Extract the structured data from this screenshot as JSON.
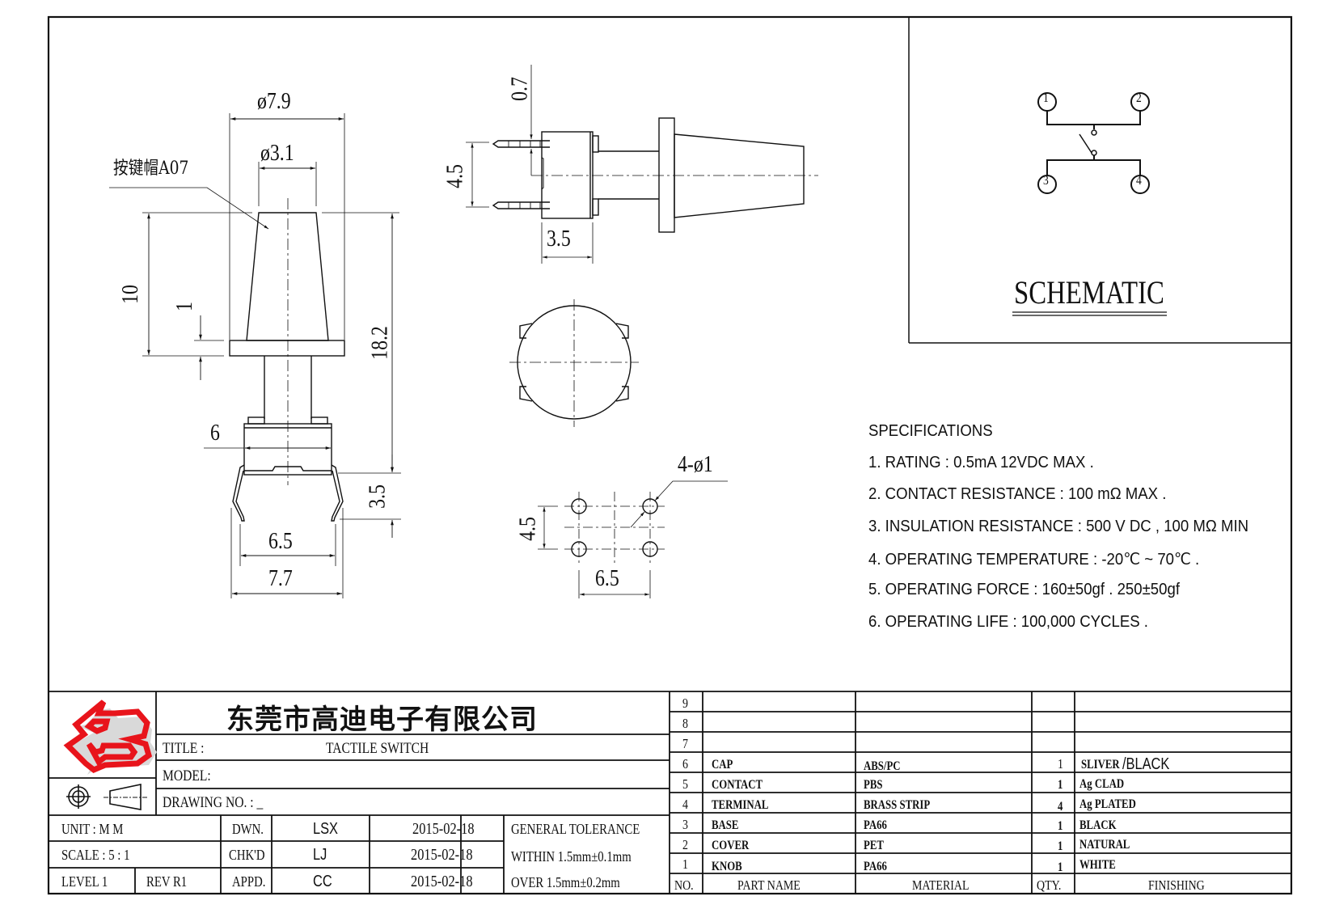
{
  "drawing": {
    "callout_label": "按键帽A07",
    "front_view": {
      "dims": {
        "outer_diameter": "ø7.9",
        "top_diameter": "ø3.1",
        "knob_height": "10",
        "flange_thickness": "1",
        "total_height": "18.2",
        "body_width": "6",
        "pin_length": "3.5",
        "pin_spacing": "6.5",
        "overall_width": "7.7"
      }
    },
    "side_view": {
      "dims": {
        "pin_thickness": "0.7",
        "pin_spacing": "4.5",
        "body_depth": "3.5"
      }
    },
    "footprint": {
      "hole_label": "4-ø1",
      "vertical_spacing": "4.5",
      "horizontal_spacing": "6.5"
    }
  },
  "schematic": {
    "title": "SCHEMATIC",
    "pins": [
      "1",
      "2",
      "3",
      "4"
    ]
  },
  "specifications": {
    "heading": "SPECIFICATIONS",
    "items": [
      "1. RATING : 0.5mA 12VDC MAX .",
      "2. CONTACT RESISTANCE : 100 mΩ MAX .",
      "3. INSULATION RESISTANCE : 500 V DC , 100 MΩ MIN",
      "4. OPERATING TEMPERATURE : -20℃ ~ 70℃ .",
      "5. OPERATING FORCE : 160±50gf . 250±50gf",
      "6. OPERATING LIFE : 100,000 CYCLES ."
    ]
  },
  "title_block": {
    "company": "东莞市高迪电子有限公司",
    "title_label": "TITLE :",
    "title_value": "TACTILE SWITCH",
    "model_label": "MODEL:",
    "drawing_no_label": "DRAWING NO.  : _",
    "unit": "UNIT    :    M M",
    "scale": "SCALE  :  5 : 1",
    "level": "LEVEL 1",
    "rev": "REV   R1",
    "signoffs": [
      {
        "role": "DWN.",
        "name": "LSX",
        "date": "2015-02-18"
      },
      {
        "role": "CHK'D",
        "name": "LJ",
        "date": "2015-02-18"
      },
      {
        "role": "APPD.",
        "name": "CC",
        "date": "2015-02-18"
      }
    ],
    "tolerance": {
      "heading": "GENERAL TOLERANCE",
      "within": "WITHIN 1.5mm±0.1mm",
      "over": "OVER   1.5mm±0.2mm"
    },
    "colors": {
      "logo": "#e8141b",
      "line": "#111111"
    }
  },
  "bom": {
    "headers": {
      "no": "NO.",
      "part": "PART  NAME",
      "material": "MATERIAL",
      "qty": "QTY.",
      "finishing": "FINISHING"
    },
    "rows": [
      {
        "no": "9",
        "part": "",
        "material": "",
        "qty": "",
        "finishing": "",
        "finishing_suffix": ""
      },
      {
        "no": "8",
        "part": "",
        "material": "",
        "qty": "",
        "finishing": "",
        "finishing_suffix": ""
      },
      {
        "no": "7",
        "part": "",
        "material": "",
        "qty": "",
        "finishing": "",
        "finishing_suffix": ""
      },
      {
        "no": "6",
        "part": "CAP",
        "material": "ABS/PC",
        "qty": "1",
        "finishing": "SLIVER",
        "finishing_suffix": " /BLACK"
      },
      {
        "no": "5",
        "part": "CONTACT",
        "material": "PBS",
        "qty": "1",
        "finishing": "Ag  CLAD",
        "finishing_suffix": ""
      },
      {
        "no": "4",
        "part": "TERMINAL",
        "material": "BRASS  STRIP",
        "qty": "4",
        "finishing": "Ag  PLATED",
        "finishing_suffix": ""
      },
      {
        "no": "3",
        "part": "BASE",
        "material": "PA66",
        "qty": "1",
        "finishing": "BLACK",
        "finishing_suffix": ""
      },
      {
        "no": "2",
        "part": "COVER",
        "material": "PET",
        "qty": "1",
        "finishing": "NATURAL",
        "finishing_suffix": ""
      },
      {
        "no": "1",
        "part": "KNOB",
        "material": "PA66",
        "qty": "1",
        "finishing": "WHITE",
        "finishing_suffix": ""
      }
    ]
  }
}
